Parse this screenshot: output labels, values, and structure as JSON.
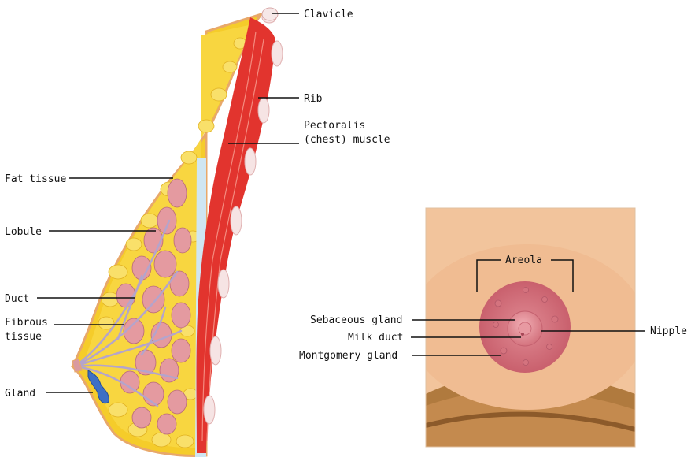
{
  "labels": {
    "clavicle": "Clavicle",
    "rib": "Rib",
    "pectoralis_line1": "Pectoralis",
    "pectoralis_line2": "(chest) muscle",
    "fat_tissue": "Fat tissue",
    "lobule": "Lobule",
    "duct": "Duct",
    "fibrous_line1": "Fibrous",
    "fibrous_line2": "tissue",
    "gland": "Gland",
    "areola": "Areola",
    "sebaceous_gland": "Sebaceous gland",
    "milk_duct": "Milk duct",
    "montgomery_gland": "Montgomery gland",
    "nipple": "Nipple"
  },
  "colors": {
    "skin_outline": "#e8a86a",
    "fat": "#f5cc2a",
    "muscle": "#e2342e",
    "lobule": "#e49aa0",
    "duct": "#b4a4cc",
    "gland": "#3d6fc4",
    "chest_wall": "#cfe6f2",
    "panel_skin": "#f2c49c",
    "areola": "#d4737e",
    "nipple": "#e5919a",
    "shadow": "#b07a3e"
  }
}
